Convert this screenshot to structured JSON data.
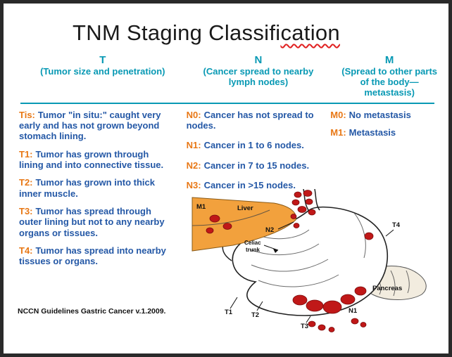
{
  "slide": {
    "title_plain": "TNM Staging Classifi",
    "title_squiggle": "cation",
    "footer": "NCCN Guidelines Gastric Cancer v.1.2009."
  },
  "columns": [
    {
      "letter": "T",
      "subtitle": "(Tumor size and penetration)",
      "items": [
        {
          "label": "Tis:",
          "text": "Tumor \"in situ:\" caught very early and has not grown beyond stomach lining."
        },
        {
          "label": "T1:",
          "text": "Tumor has grown through lining and into connective tissue."
        },
        {
          "label": "T2:",
          "text": "Tumor has grown into thick inner muscle."
        },
        {
          "label": "T3:",
          "text": "Tumor has spread through outer lining but not to any nearby organs or tissues."
        },
        {
          "label": "T4:",
          "text": "Tumor has spread into nearby tissues or organs."
        }
      ]
    },
    {
      "letter": "N",
      "subtitle": "(Cancer spread to nearby lymph nodes)",
      "items": [
        {
          "label": "N0:",
          "text": "Cancer has not spread to nodes."
        },
        {
          "label": "N1:",
          "text": "Cancer in 1 to 6 nodes."
        },
        {
          "label": "N2:",
          "text": "Cancer in 7 to 15 nodes."
        },
        {
          "label": "N3:",
          "text": "Cancer in >15 nodes."
        }
      ]
    },
    {
      "letter": "M",
      "subtitle": "(Spread to other parts of the body—metastasis)",
      "items": [
        {
          "label": "M0:",
          "text": "No metastasis"
        },
        {
          "label": "M1:",
          "text": "Metastasis"
        }
      ]
    }
  ],
  "diagram": {
    "labels": {
      "m1": "M1",
      "liver": "Liver",
      "n2": "N2",
      "celiac_line1": "Celiac",
      "celiac_line2": "trunk",
      "t1": "T1",
      "t2": "T2",
      "t3": "T3",
      "t4": "T4",
      "n1": "N1",
      "pancreas": "Pancreas"
    }
  },
  "colors": {
    "teal": "#0899b4",
    "orange": "#e87816",
    "body_blue": "#2458a6",
    "title_black": "#1a1a1a",
    "squiggle_red": "#e02020",
    "liver_orange": "#f2a13d",
    "tumor_red": "#c01818"
  }
}
